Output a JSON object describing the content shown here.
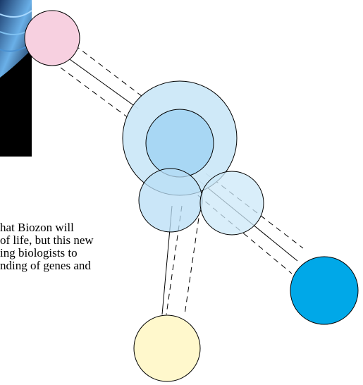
{
  "paragraph": {
    "lines": [
      "hat Biozon will",
      "of life, but this new",
      "ing biologists to",
      "nding of genes and"
    ]
  },
  "colors": {
    "pink": "#f7d0e0",
    "light_blue": "#cce8f8",
    "mid_blue": "#9dd2f2",
    "deep_blue": "#00a8e8",
    "yellow": "#fff8cc",
    "photo_dark": "#000000"
  },
  "nodes": [
    {
      "name": "pink-node"
    },
    {
      "name": "large-blue-node"
    },
    {
      "name": "inner-blue-node"
    },
    {
      "name": "lower-left-blue-node"
    },
    {
      "name": "lower-right-blue-node"
    },
    {
      "name": "deep-blue-node"
    },
    {
      "name": "yellow-node"
    }
  ]
}
